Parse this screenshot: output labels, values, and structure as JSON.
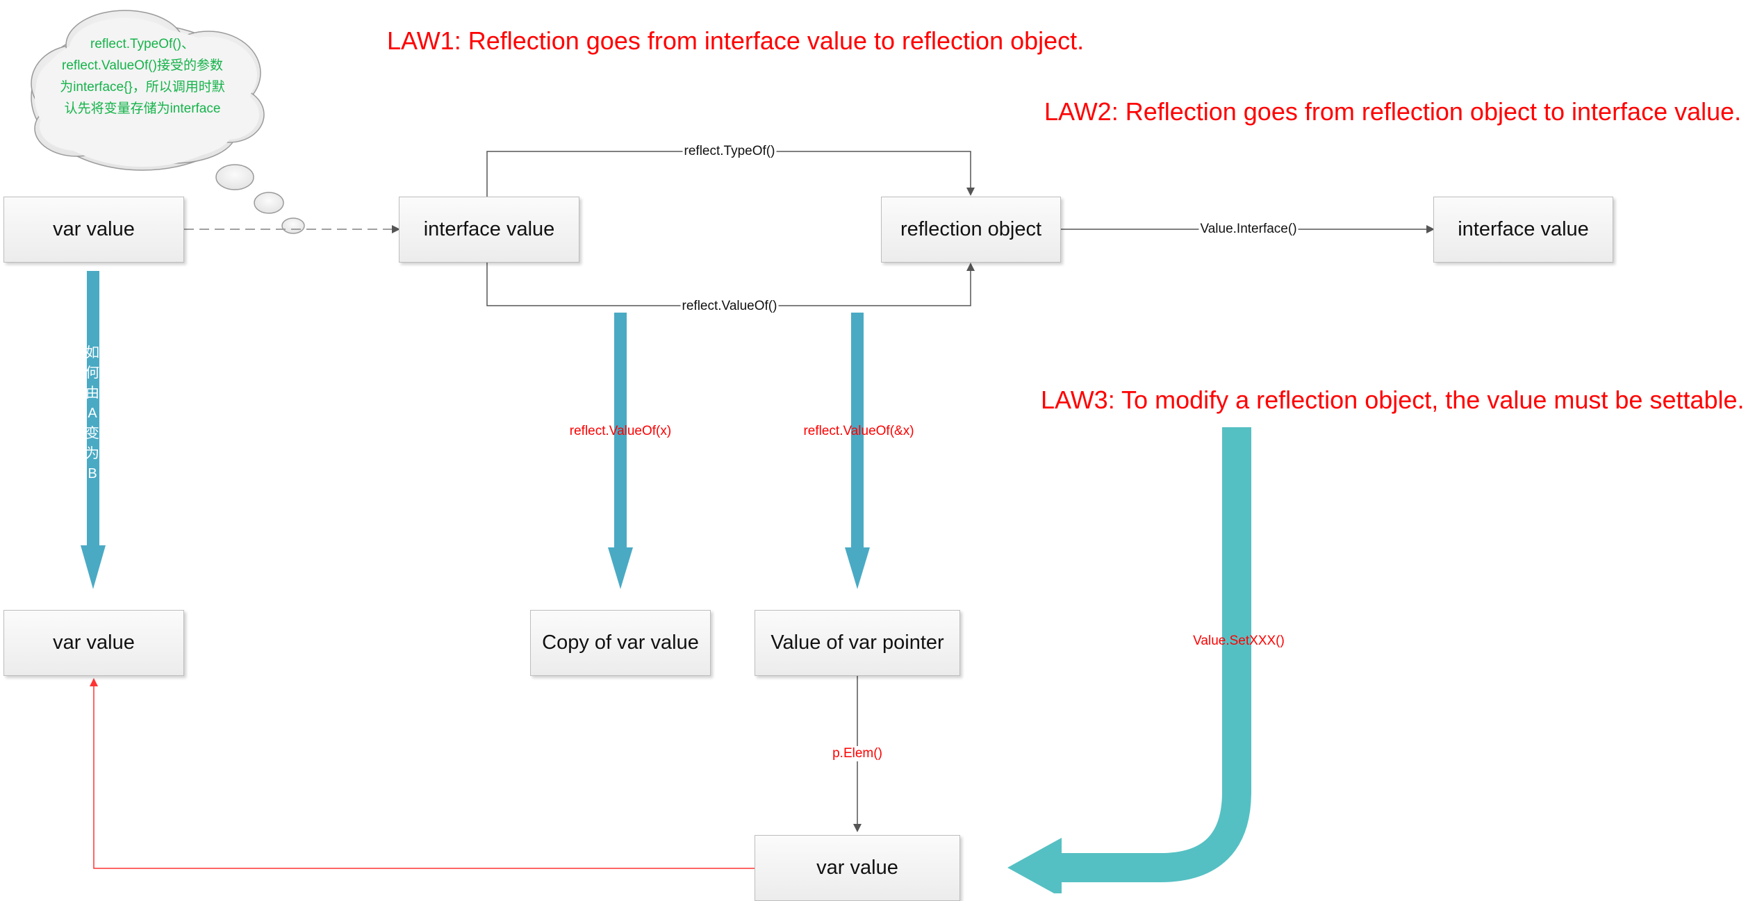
{
  "laws": {
    "law1": "LAW1: Reflection goes from interface value to reflection object.",
    "law2": "LAW2: Reflection goes from reflection object to interface value.",
    "law3": "LAW3: To modify a reflection object, the value must be settable."
  },
  "cloud_note": {
    "text": "reflect.TypeOf()、reflect.ValueOf()接受的参数为interface{}，所以调用时默认先将变量存储为interface",
    "color": "#15b34a"
  },
  "nodes": {
    "var_value_top": "var value",
    "interface_value_left": "interface value",
    "reflection_object": "reflection object",
    "interface_value_right": "interface value",
    "var_value_mid": "var value",
    "copy_of_var_value": "Copy of var value",
    "value_of_var_pointer": "Value of var pointer",
    "var_value_bottom": "var value"
  },
  "edge_labels": {
    "typeof": "reflect.TypeOf()",
    "valueof": "reflect.ValueOf()",
    "value_interface": "Value.Interface()",
    "valueof_x": "reflect.ValueOf(x)",
    "valueof_ptr_x": "reflect.ValueOf(&x)",
    "value_setxxx": "Value.SetXXX()",
    "p_elem": "p.Elem()",
    "a_to_b": "如何由A变为B"
  },
  "colors": {
    "law_text": "#ff0000",
    "big_arrow": "#4aaac4",
    "teal_arrow": "#55c0c3",
    "red_line": "#ff3333",
    "connector": "#555555",
    "note_text": "#15b34a"
  }
}
